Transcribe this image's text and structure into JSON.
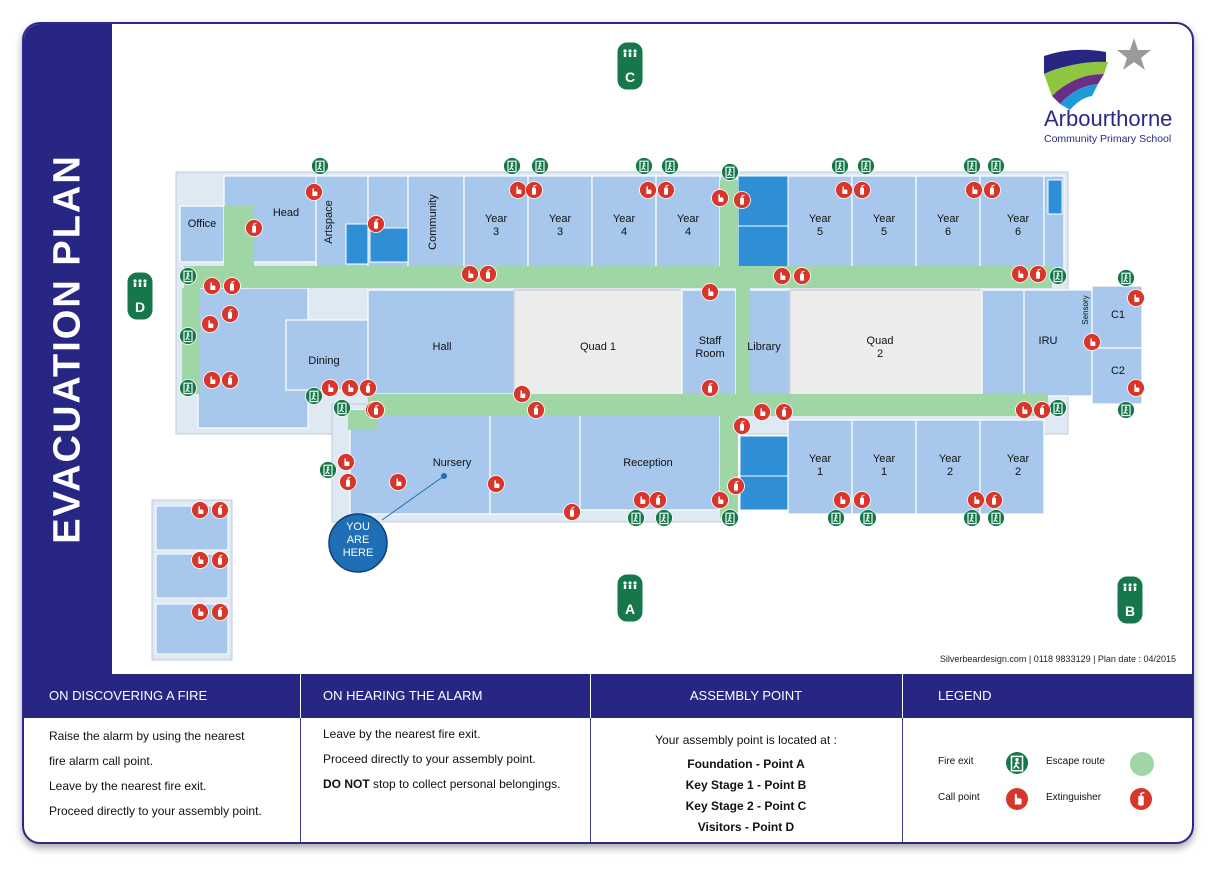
{
  "sidebar": {
    "title": "EVACUATION  PLAN"
  },
  "logo": {
    "name": "Arbourthorne",
    "subtitle": "Community Primary School"
  },
  "credit": "Silverbeardesign.com  |  0118 9833129  |  Plan date : 04/2015",
  "rooms": {
    "office": "Office",
    "head": "Head",
    "artspace": "Artspace",
    "community": "Community",
    "y3a": [
      "Year",
      "3"
    ],
    "y3b": [
      "Year",
      "3"
    ],
    "y4a": [
      "Year",
      "4"
    ],
    "y4b": [
      "Year",
      "4"
    ],
    "y5a": [
      "Year",
      "5"
    ],
    "y5b": [
      "Year",
      "5"
    ],
    "y6a": [
      "Year",
      "6"
    ],
    "y6b": [
      "Year",
      "6"
    ],
    "dining": "Dining",
    "hall": "Hall",
    "quad1": "Quad 1",
    "staff": [
      "Staff",
      "Room"
    ],
    "library": "Library",
    "quad2": [
      "Quad",
      "2"
    ],
    "iru": "IRU",
    "sensory": "Sensory",
    "c1": "C1",
    "c2": "C2",
    "nursery": "Nursery",
    "reception": "Reception",
    "y1a": [
      "Year",
      "1"
    ],
    "y1b": [
      "Year",
      "1"
    ],
    "y2a": [
      "Year",
      "2"
    ],
    "y2b": [
      "Year",
      "2"
    ]
  },
  "you_are_here": [
    "YOU",
    "ARE",
    "HERE"
  ],
  "assembly_points": {
    "a": "A",
    "b": "B",
    "c": "C",
    "d": "D"
  },
  "panels": {
    "discovering": {
      "heading": "ON DISCOVERING A FIRE",
      "lines": [
        "Raise the alarm by using the nearest",
        "fire alarm call point.",
        "Leave by the nearest fire exit.",
        "Proceed directly to your assembly point."
      ]
    },
    "hearing": {
      "heading": "ON HEARING THE ALARM",
      "lines": [
        "Leave by the nearest fire exit.",
        "Proceed directly to your assembly point."
      ],
      "emph": "DO NOT",
      "emph_rest": " stop to collect personal belongings."
    },
    "assembly": {
      "heading": "ASSEMBLY POINT",
      "intro": "Your assembly point is located at :",
      "lines": [
        "Foundation - Point A",
        "Key Stage 1 - Point B",
        "Key Stage 2 - Point C",
        "Visitors - Point D"
      ]
    },
    "legend": {
      "heading": "LEGEND",
      "fire_exit": "Fire exit",
      "escape_route": "Escape route",
      "call_point": "Call point",
      "extinguisher": "Extinguisher"
    }
  },
  "colors": {
    "navy": "#272682",
    "room": "#a7c8ec",
    "room_dark": "#2e8fd6",
    "quad": "#ececec",
    "route": "#9fd6a6",
    "exit_green": "#16774a",
    "alarm_red": "#d8362a",
    "you_blue": "#1f6fb6"
  }
}
